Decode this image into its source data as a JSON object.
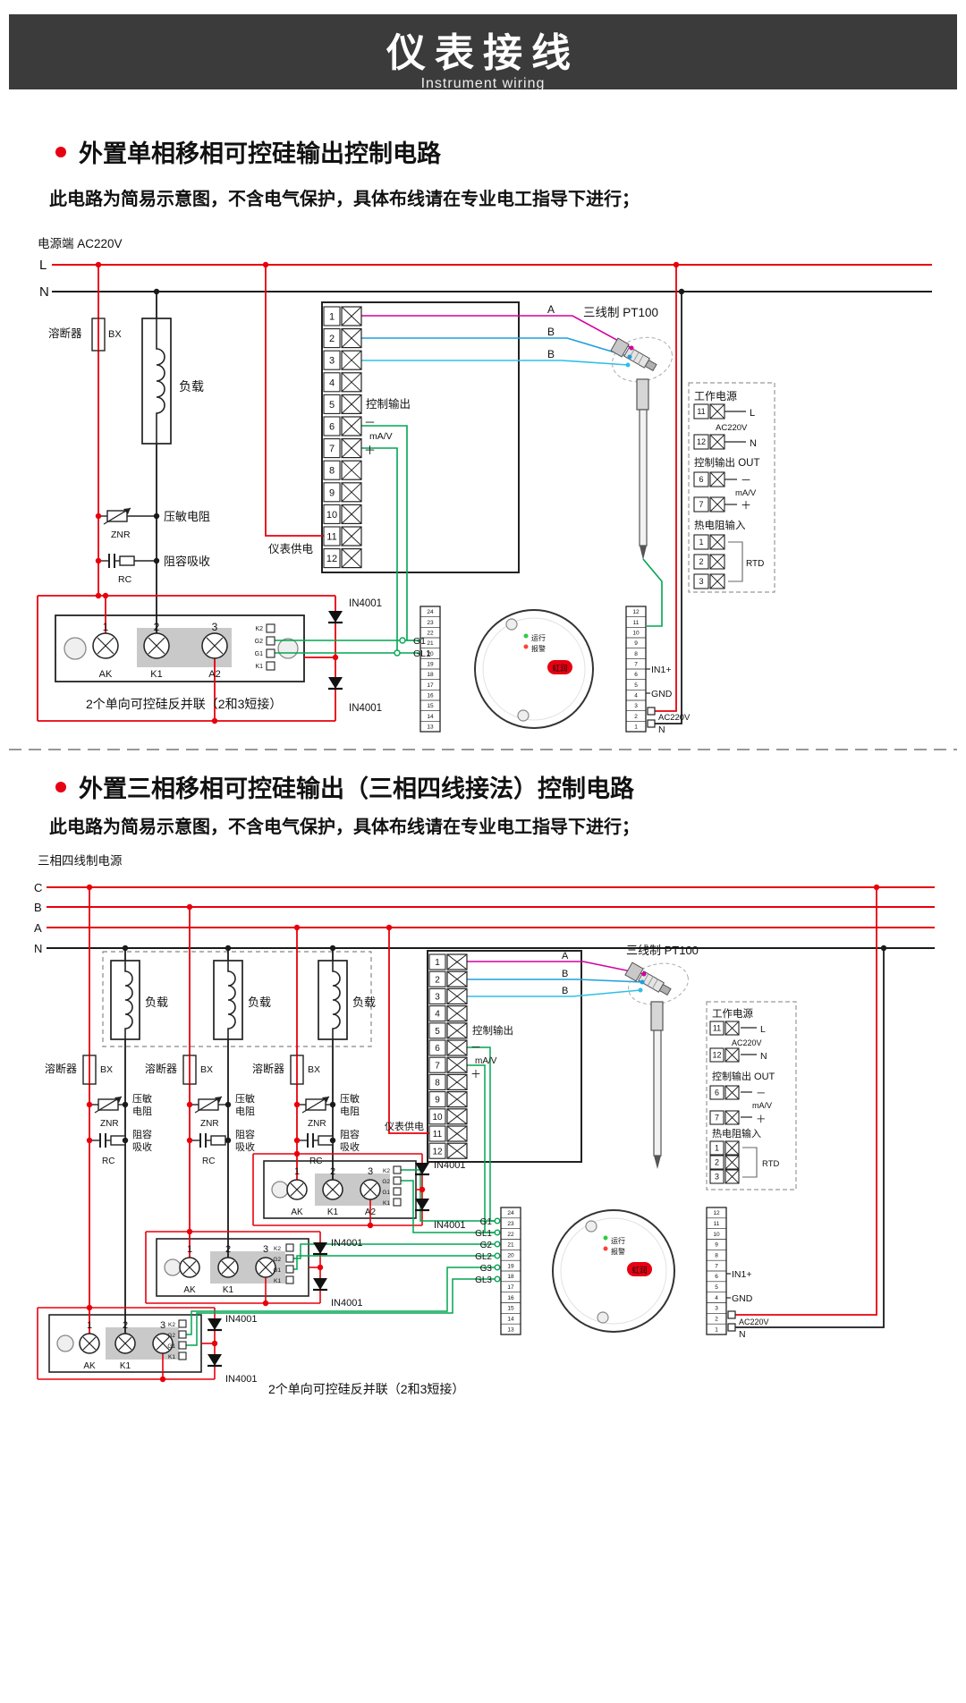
{
  "header": {
    "title": "仪表接线",
    "subtitle": "Instrument wiring"
  },
  "labels": {
    "fuse": "溶断器",
    "fuse_code": "BX",
    "load": "负载",
    "varistor": "压敏电阻",
    "varistor_l1": "压敏",
    "varistor_l2": "电阻",
    "varistor_code": "ZNR",
    "snubber": "阻容吸收",
    "snubber_l1": "阻容",
    "snubber_l2": "吸收",
    "snubber_code": "RC",
    "meter_supply": "仪表供电",
    "ctrl_out": "控制输出",
    "minus": "－",
    "plus": "＋",
    "ma_v": "mA/V",
    "diode": "IN4001",
    "pt100": "三线制 PT100",
    "wire_a": "A",
    "wire_b": "B",
    "scr_note": "2个单向可控硅反并联（2和3短接）"
  },
  "terminals": [
    "1",
    "2",
    "3",
    "4",
    "5",
    "6",
    "7",
    "8",
    "9",
    "10",
    "11",
    "12"
  ],
  "panel": {
    "work_power": "工作电源",
    "t11": "11",
    "t12": "12",
    "l": "L",
    "n": "N",
    "ac": "AC220V",
    "ctrl_out": "控制输出 OUT",
    "t6": "6",
    "t7": "7",
    "minus": "－",
    "plus": "＋",
    "ma_v": "mA/V",
    "rtd_in": "热电阻输入",
    "t1": "1",
    "t2": "2",
    "t3": "3",
    "rtd": "RTD"
  },
  "scr": {
    "n1": "1",
    "n2": "2",
    "n3": "3",
    "ak": "AK",
    "k1": "K1",
    "a2": "A2",
    "side": [
      "K2",
      "G2",
      "G1",
      "K1"
    ]
  },
  "meter": {
    "left": [
      "24",
      "23",
      "22",
      "21",
      "20",
      "19",
      "18",
      "17",
      "16",
      "15",
      "14",
      "13"
    ],
    "right": [
      "12",
      "11",
      "10",
      "9",
      "8",
      "7",
      "6",
      "5",
      "4",
      "3",
      "2",
      "1"
    ],
    "run": "运行",
    "alarm": "报警",
    "brand": "虹润",
    "in1": "IN1+",
    "gnd": "GND",
    "ac": "AC220V",
    "n": "N"
  },
  "section1": {
    "heading": "外置单相移相可控硅输出控制电路",
    "note": "此电路为简易示意图，不含电气保护，具体布线请在专业电工指导下进行；",
    "power_label": "电源端  AC220V",
    "l": "L",
    "n": "N",
    "g1": "G1",
    "gl1": "GL1"
  },
  "section2": {
    "heading": "外置三相移相可控硅输出（三相四线接法）控制电路",
    "note": "此电路为简易示意图，不含电气保护，具体布线请在专业电工指导下进行；",
    "power_label": "三相四线制电源",
    "c": "C",
    "b": "B",
    "a": "A",
    "n": "N",
    "gates": [
      "G1",
      "GL1",
      "G2",
      "GL2",
      "G3",
      "GL3"
    ]
  }
}
